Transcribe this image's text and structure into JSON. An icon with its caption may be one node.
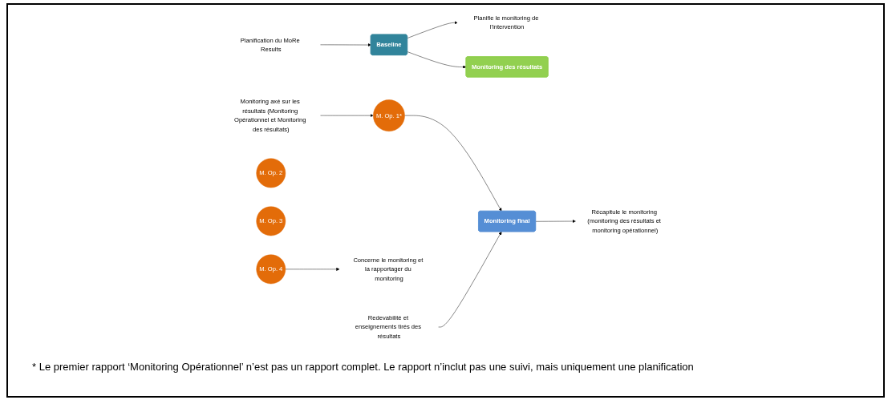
{
  "diagram": {
    "nodes": [
      {
        "text": [
          "Planification du MoRe Results"
        ]
      },
      {
        "text": [
          "Baseline"
        ]
      },
      {
        "text": [
          "Planifie le monitoring de l'intervention"
        ]
      },
      {
        "text": [
          "Monitoring axé sur les résultats (Monitoring Opérationnel et Monitoring des résultats)"
        ]
      },
      {
        "text": [
          "Monitoring des résultats"
        ]
      },
      {
        "text": [
          "M. Op. 1*"
        ]
      },
      {
        "text": [
          "M. Op. 2"
        ]
      },
      {
        "text": [
          "M. Op. 3"
        ]
      },
      {
        "text": [
          "M. Op. 4"
        ]
      },
      {
        "text": [
          "Concerne le monitoring et la rapportager du monitoring"
        ]
      },
      {
        "text": [
          "Redevabilité et enseignements tirés des résultats"
        ]
      },
      {
        "text": [
          "Monitoring final"
        ]
      },
      {
        "text": [
          "Récapitule le monitoring (monitoring des résultats et monitoring opérationnel)"
        ]
      }
    ],
    "edges": [
      {
        "from": 0,
        "to": 1,
        "arrow": "to"
      },
      {
        "from": 1,
        "to": 2,
        "arrow": "to"
      },
      {
        "from": 1,
        "to": 4,
        "arrow": "to"
      },
      {
        "from": 3,
        "to": 5,
        "arrow": "to"
      },
      {
        "from": 8,
        "to": 9,
        "arrow": "to"
      },
      {
        "from": 5,
        "to": 11,
        "arrow": "to"
      },
      {
        "from": 10,
        "to": 11,
        "arrow": "to"
      },
      {
        "from": 11,
        "to": 12,
        "arrow": "to"
      }
    ],
    "labels": [
      "* Le premier rapport ‘Monitoring Opérationnel’ n’est pas un rapport complet. Le rapport n’inclut pas une suivi, mais uniquement une planification"
    ]
  }
}
